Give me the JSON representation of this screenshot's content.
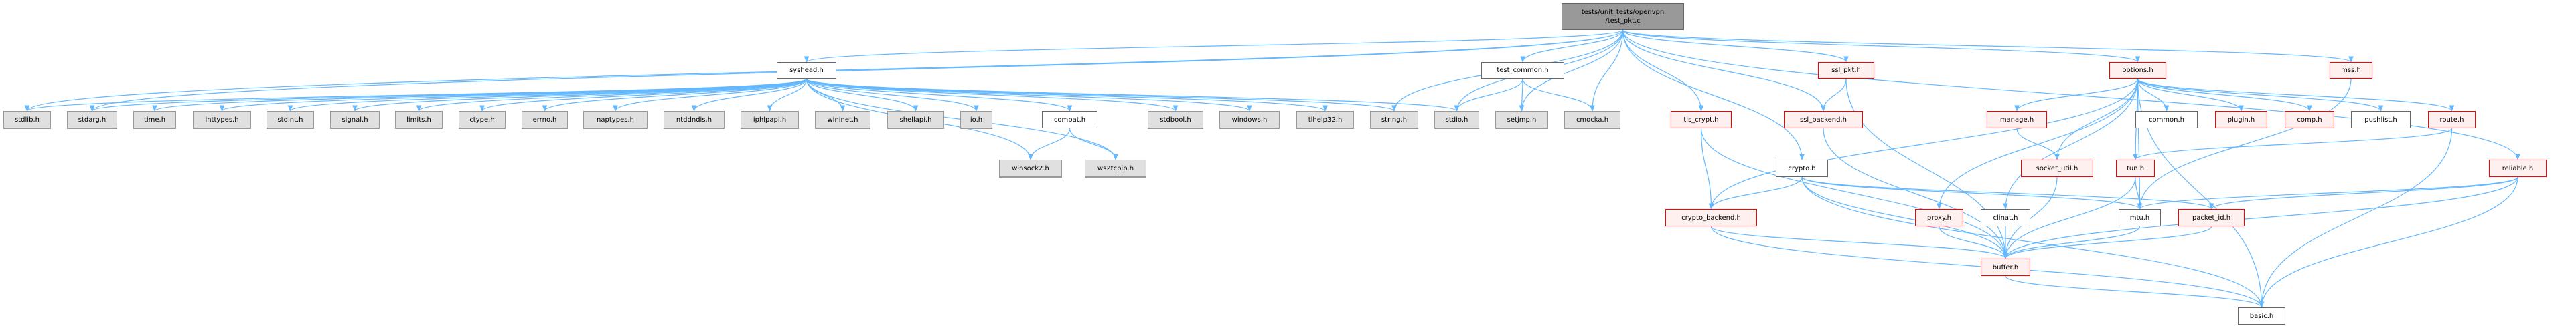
{
  "graph": {
    "title": "tests/unit_tests/openvpn/test_pkt.c",
    "edge_color": "#63b8ff",
    "nodes": {
      "main": {
        "label": "tests/unit_tests/openvpn\n/test_pkt.c",
        "kind": "main"
      },
      "syshead": {
        "label": "syshead.h",
        "kind": "white"
      },
      "test_common": {
        "label": "test_common.h",
        "kind": "white"
      },
      "ssl_pkt": {
        "label": "ssl_pkt.h",
        "kind": "red"
      },
      "options": {
        "label": "options.h",
        "kind": "red"
      },
      "mss": {
        "label": "mss.h",
        "kind": "red"
      },
      "stdlib": {
        "label": "stdlib.h",
        "kind": "sys"
      },
      "stdarg": {
        "label": "stdarg.h",
        "kind": "sys"
      },
      "time": {
        "label": "time.h",
        "kind": "sys"
      },
      "inttypes": {
        "label": "inttypes.h",
        "kind": "sys"
      },
      "stdint": {
        "label": "stdint.h",
        "kind": "sys"
      },
      "signal": {
        "label": "signal.h",
        "kind": "sys"
      },
      "limits": {
        "label": "limits.h",
        "kind": "sys"
      },
      "ctype": {
        "label": "ctype.h",
        "kind": "sys"
      },
      "errno": {
        "label": "errno.h",
        "kind": "sys"
      },
      "naptypes": {
        "label": "naptypes.h",
        "kind": "sys"
      },
      "ntddndis": {
        "label": "ntddndis.h",
        "kind": "sys"
      },
      "iphlpapi": {
        "label": "iphlpapi.h",
        "kind": "sys"
      },
      "wininet": {
        "label": "wininet.h",
        "kind": "sys"
      },
      "shellapi": {
        "label": "shellapi.h",
        "kind": "sys"
      },
      "io": {
        "label": "io.h",
        "kind": "sys"
      },
      "compat": {
        "label": "compat.h",
        "kind": "white"
      },
      "stdbool": {
        "label": "stdbool.h",
        "kind": "sys"
      },
      "windows": {
        "label": "windows.h",
        "kind": "sys"
      },
      "tlhelp32": {
        "label": "tlhelp32.h",
        "kind": "sys"
      },
      "string": {
        "label": "string.h",
        "kind": "sys"
      },
      "stdio": {
        "label": "stdio.h",
        "kind": "sys"
      },
      "setjmp": {
        "label": "setjmp.h",
        "kind": "sys"
      },
      "cmocka": {
        "label": "cmocka.h",
        "kind": "sys"
      },
      "tls_crypt": {
        "label": "tls_crypt.h",
        "kind": "red"
      },
      "ssl_backend": {
        "label": "ssl_backend.h",
        "kind": "red"
      },
      "manage": {
        "label": "manage.h",
        "kind": "red"
      },
      "common": {
        "label": "common.h",
        "kind": "white"
      },
      "plugin": {
        "label": "plugin.h",
        "kind": "red"
      },
      "comp": {
        "label": "comp.h",
        "kind": "red"
      },
      "pushlist": {
        "label": "pushlist.h",
        "kind": "white"
      },
      "route": {
        "label": "route.h",
        "kind": "red"
      },
      "winsock2": {
        "label": "winsock2.h",
        "kind": "sys"
      },
      "ws2tcpip": {
        "label": "ws2tcpip.h",
        "kind": "sys"
      },
      "crypto": {
        "label": "crypto.h",
        "kind": "white"
      },
      "socket_util": {
        "label": "socket_util.h",
        "kind": "red"
      },
      "tun": {
        "label": "tun.h",
        "kind": "red"
      },
      "reliable": {
        "label": "reliable.h",
        "kind": "red"
      },
      "crypto_backend": {
        "label": "crypto_backend.h",
        "kind": "red"
      },
      "proxy": {
        "label": "proxy.h",
        "kind": "red"
      },
      "clinat": {
        "label": "clinat.h",
        "kind": "white"
      },
      "mtu": {
        "label": "mtu.h",
        "kind": "white"
      },
      "packet_id": {
        "label": "packet_id.h",
        "kind": "red"
      },
      "buffer": {
        "label": "buffer.h",
        "kind": "red"
      },
      "basic": {
        "label": "basic.h",
        "kind": "white"
      }
    },
    "edges": [
      [
        "main",
        "syshead"
      ],
      [
        "main",
        "stdlib"
      ],
      [
        "main",
        "stdarg"
      ],
      [
        "main",
        "string"
      ],
      [
        "main",
        "stdio"
      ],
      [
        "main",
        "test_common"
      ],
      [
        "main",
        "setjmp"
      ],
      [
        "main",
        "cmocka"
      ],
      [
        "main",
        "tls_crypt"
      ],
      [
        "main",
        "crypto"
      ],
      [
        "main",
        "ssl_backend"
      ],
      [
        "main",
        "ssl_pkt"
      ],
      [
        "main",
        "options"
      ],
      [
        "main",
        "mss"
      ],
      [
        "main",
        "reliable"
      ],
      [
        "syshead",
        "stdlib"
      ],
      [
        "syshead",
        "stdarg"
      ],
      [
        "syshead",
        "time"
      ],
      [
        "syshead",
        "inttypes"
      ],
      [
        "syshead",
        "stdint"
      ],
      [
        "syshead",
        "signal"
      ],
      [
        "syshead",
        "limits"
      ],
      [
        "syshead",
        "ctype"
      ],
      [
        "syshead",
        "errno"
      ],
      [
        "syshead",
        "naptypes"
      ],
      [
        "syshead",
        "ntddndis"
      ],
      [
        "syshead",
        "iphlpapi"
      ],
      [
        "syshead",
        "wininet"
      ],
      [
        "syshead",
        "shellapi"
      ],
      [
        "syshead",
        "io"
      ],
      [
        "syshead",
        "compat"
      ],
      [
        "syshead",
        "winsock2"
      ],
      [
        "syshead",
        "ws2tcpip"
      ],
      [
        "syshead",
        "stdbool"
      ],
      [
        "syshead",
        "windows"
      ],
      [
        "syshead",
        "tlhelp32"
      ],
      [
        "syshead",
        "string"
      ],
      [
        "syshead",
        "stdio"
      ],
      [
        "compat",
        "winsock2"
      ],
      [
        "compat",
        "ws2tcpip"
      ],
      [
        "test_common",
        "stdio"
      ],
      [
        "test_common",
        "setjmp"
      ],
      [
        "test_common",
        "cmocka"
      ],
      [
        "tls_crypt",
        "crypto_backend"
      ],
      [
        "tls_crypt",
        "buffer"
      ],
      [
        "crypto",
        "crypto_backend"
      ],
      [
        "crypto",
        "buffer"
      ],
      [
        "crypto",
        "mtu"
      ],
      [
        "crypto",
        "packet_id"
      ],
      [
        "crypto",
        "basic"
      ],
      [
        "crypto_backend",
        "buffer"
      ],
      [
        "crypto_backend",
        "basic"
      ],
      [
        "ssl_pkt",
        "ssl_backend"
      ],
      [
        "ssl_pkt",
        "buffer"
      ],
      [
        "ssl_backend",
        "buffer"
      ],
      [
        "options",
        "manage"
      ],
      [
        "options",
        "common"
      ],
      [
        "options",
        "plugin"
      ],
      [
        "options",
        "comp"
      ],
      [
        "options",
        "pushlist"
      ],
      [
        "options",
        "route"
      ],
      [
        "options",
        "socket_util"
      ],
      [
        "options",
        "tun"
      ],
      [
        "options",
        "proxy"
      ],
      [
        "options",
        "clinat"
      ],
      [
        "options",
        "crypto_backend"
      ],
      [
        "options",
        "mtu"
      ],
      [
        "options",
        "basic"
      ],
      [
        "manage",
        "socket_util"
      ],
      [
        "socket_util",
        "buffer"
      ],
      [
        "tun",
        "mtu"
      ],
      [
        "tun",
        "buffer"
      ],
      [
        "route",
        "tun"
      ],
      [
        "route",
        "basic"
      ],
      [
        "reliable",
        "mtu"
      ],
      [
        "reliable",
        "packet_id"
      ],
      [
        "reliable",
        "buffer"
      ],
      [
        "reliable",
        "basic"
      ],
      [
        "mss",
        "mtu"
      ],
      [
        "proxy",
        "buffer"
      ],
      [
        "clinat",
        "buffer"
      ],
      [
        "mtu",
        "buffer"
      ],
      [
        "packet_id",
        "buffer"
      ],
      [
        "buffer",
        "basic"
      ]
    ]
  }
}
